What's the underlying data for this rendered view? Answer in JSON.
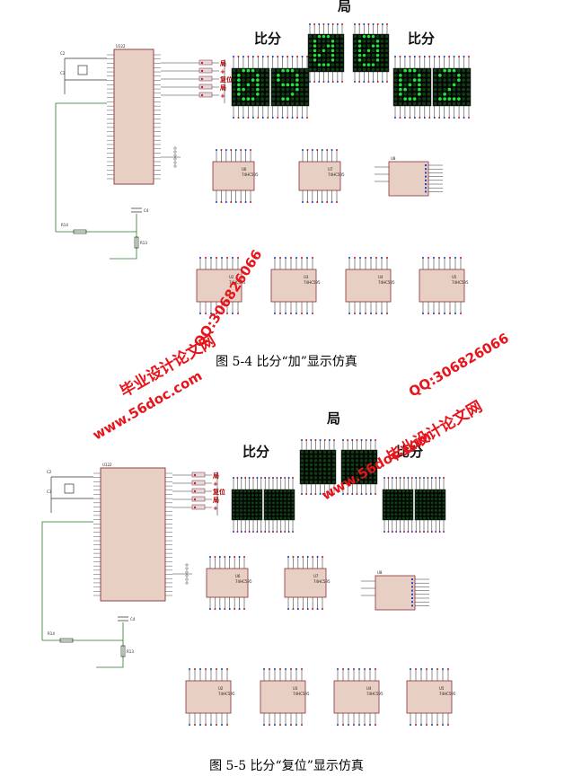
{
  "figures": [
    {
      "id": "fig-5-4",
      "caption": "图 5-4  比分“加”显示仿真",
      "label_score_left": "比分",
      "label_score_right": "比分",
      "label_game": "局",
      "mcu_label": "U122",
      "digits": {
        "left_score": "09",
        "game_left": "0",
        "game_right": "0",
        "right_score": "02"
      },
      "side_labels": [
        "局",
        "+",
        "复位",
        "局",
        "+"
      ],
      "chips": [
        "U6",
        "U7",
        "U8",
        "U2",
        "U3",
        "U4",
        "U5"
      ],
      "components": [
        "C2",
        "C3",
        "C4",
        "R14",
        "R13"
      ]
    },
    {
      "id": "fig-5-5",
      "caption": "图 5-5  比分“复位”显示仿真",
      "label_score_left": "比分",
      "label_score_right": "比分",
      "label_game": "局",
      "mcu_label": "U122",
      "side_labels": [
        "局",
        "+",
        "复位",
        "局",
        "+"
      ],
      "chips": [
        "U6",
        "U7",
        "U8",
        "U2",
        "U3",
        "U4",
        "U5"
      ],
      "components": [
        "C2",
        "C3",
        "C4",
        "R14",
        "R13"
      ]
    }
  ],
  "watermarks": {
    "site": "www.56doc.com",
    "qq": "QQ:306826066",
    "brand": "毕业设计论文网"
  },
  "colors": {
    "led_on": "#1fe23a",
    "led_off": "#0f3d14",
    "matrix_bg": "#050505",
    "chip_body": "#e8cfc3",
    "chip_border": "#8b2f3a",
    "wire": "#2a7a2a",
    "watermark": "#e8141b"
  }
}
